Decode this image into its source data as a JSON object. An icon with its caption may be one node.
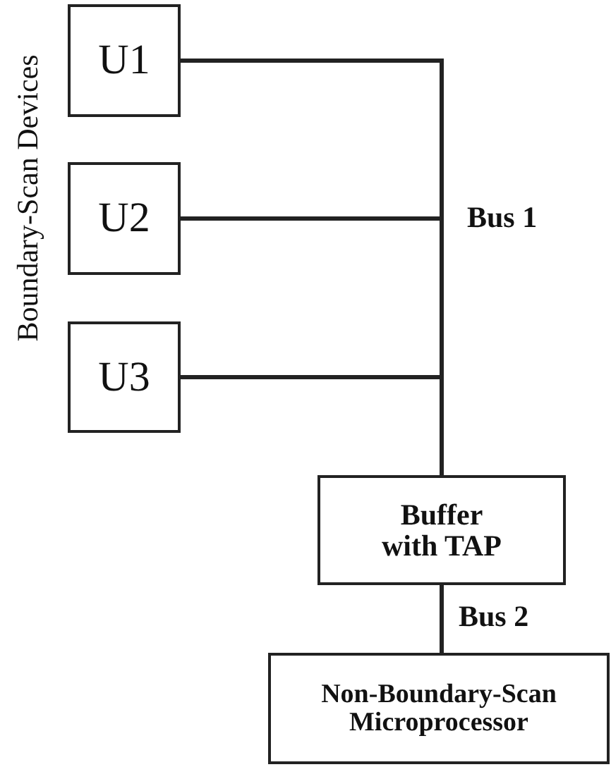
{
  "diagram": {
    "nodes": [
      {
        "text": [
          "U1"
        ]
      },
      {
        "text": [
          "U2"
        ]
      },
      {
        "text": [
          "U3"
        ]
      },
      {
        "text": [
          "Buffer with TAP"
        ]
      },
      {
        "text": [
          "Non-Boundary-Scan Microprocessor"
        ]
      }
    ],
    "edges": [
      {
        "from": 0,
        "to": 3,
        "arrow": "none"
      },
      {
        "from": 1,
        "to": 3,
        "arrow": "none"
      },
      {
        "from": 2,
        "to": 3,
        "arrow": "none"
      },
      {
        "from": 3,
        "to": 4,
        "arrow": "none",
        "label": "Bus 2"
      }
    ],
    "labels": [
      "Boundary-Scan Devices",
      "Bus 1"
    ]
  }
}
